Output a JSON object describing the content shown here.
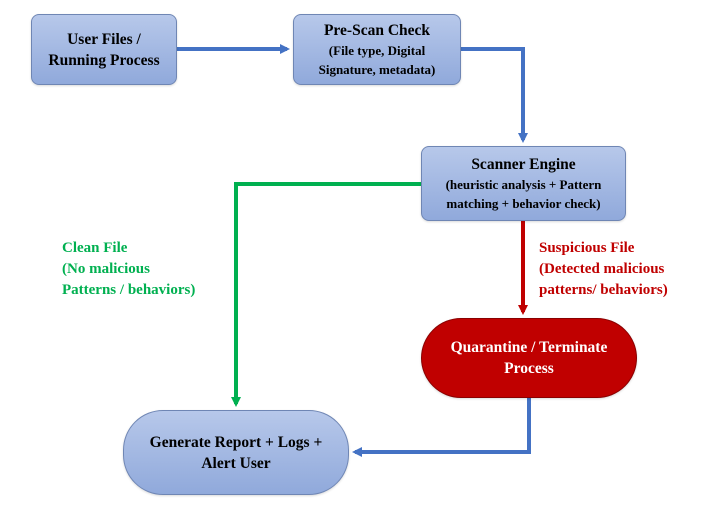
{
  "nodes": {
    "user_files": {
      "lines": [
        "User Files /",
        "Running Process"
      ]
    },
    "pre_scan": {
      "title": "Pre-Scan Check",
      "detail_lines": [
        "(File type, Digital",
        "Signature, metadata)"
      ]
    },
    "scanner": {
      "title": "Scanner Engine",
      "detail_lines": [
        "(heuristic analysis + Pattern",
        "matching + behavior check)"
      ]
    },
    "quarantine": {
      "lines": [
        "Quarantine / Terminate",
        "Process"
      ]
    },
    "report": {
      "lines": [
        "Generate Report + Logs +",
        "Alert User"
      ]
    }
  },
  "labels": {
    "clean": {
      "lines": [
        "Clean File",
        "(No malicious",
        "Patterns / behaviors)"
      ]
    },
    "suspicious": {
      "lines": [
        "Suspicious File",
        "(Detected malicious",
        "patterns/ behaviors)"
      ]
    }
  },
  "colors": {
    "flow_arrow": "#4472c4",
    "clean": "#00b050",
    "suspicious": "#c00000",
    "node_fill": "#a4b8e2",
    "quarantine_fill": "#c00000"
  }
}
